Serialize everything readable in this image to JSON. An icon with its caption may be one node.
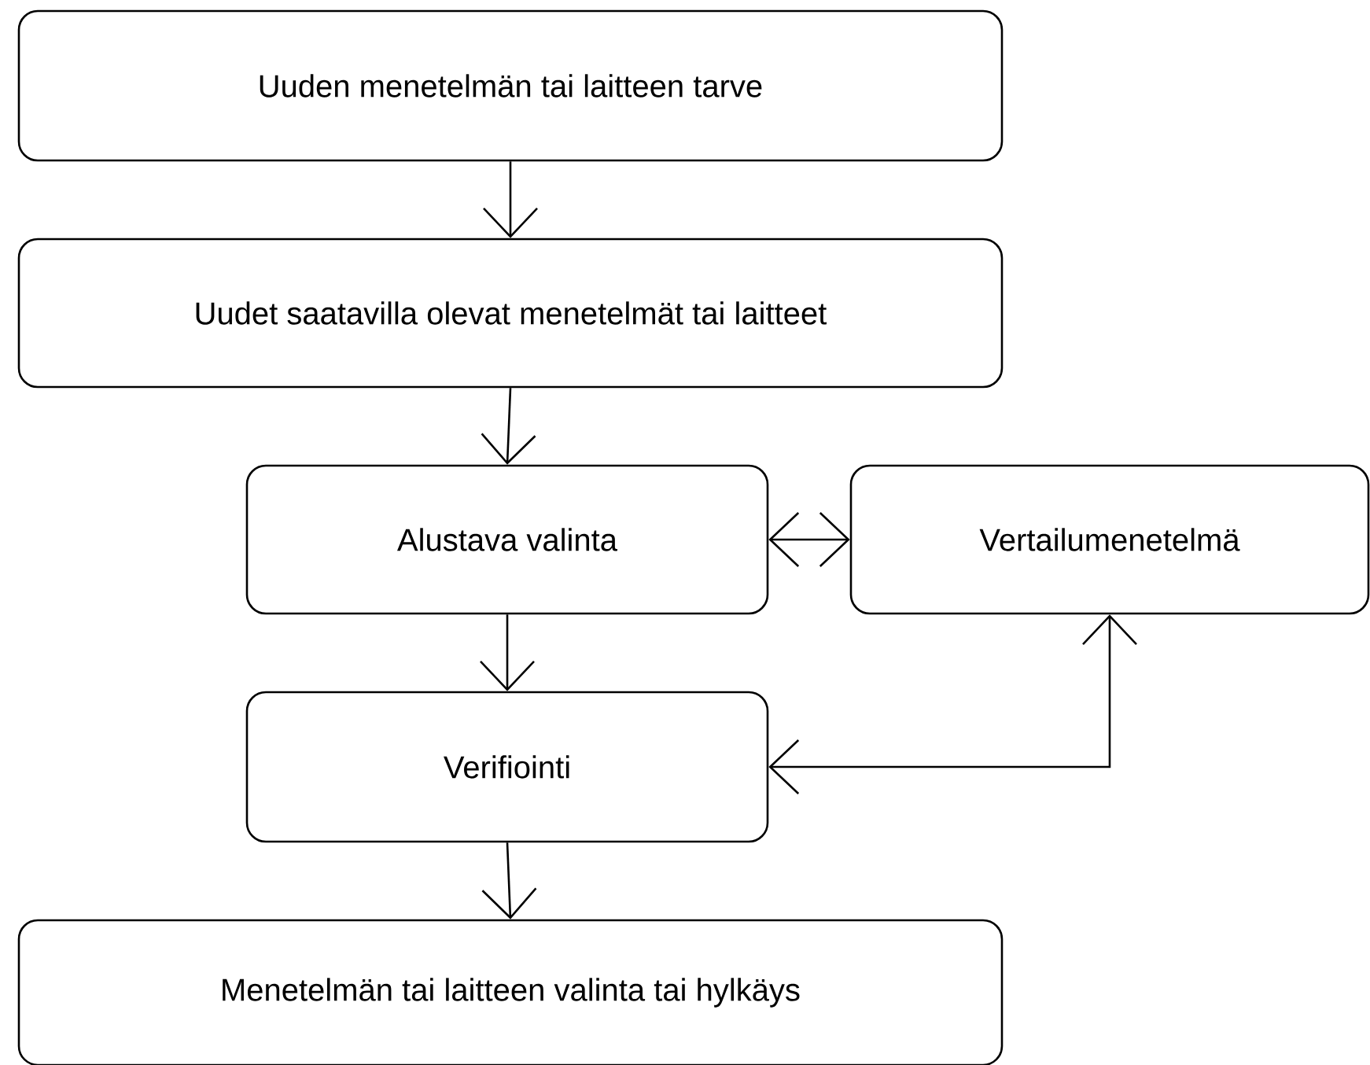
{
  "diagram": {
    "nodes": [
      {
        "text": [
          "Uuden menetelmän tai laitteen tarve"
        ]
      },
      {
        "text": [
          "Uudet saatavilla olevat menetelmät tai laitteet"
        ]
      },
      {
        "text": [
          "Alustava valinta"
        ]
      },
      {
        "text": [
          "Vertailumenetelmä"
        ]
      },
      {
        "text": [
          "Verifiointi"
        ]
      },
      {
        "text": [
          "Menetelmän tai laitteen valinta tai hylkäys"
        ]
      }
    ],
    "edges": [
      {
        "from": 0,
        "to": 1,
        "arrow": "to"
      },
      {
        "from": 1,
        "to": 2,
        "arrow": "to"
      },
      {
        "from": 2,
        "to": 3,
        "arrow": "both"
      },
      {
        "from": 2,
        "to": 4,
        "arrow": "to"
      },
      {
        "from": 3,
        "to": 4,
        "arrow": "both"
      },
      {
        "from": 4,
        "to": 5,
        "arrow": "to"
      }
    ]
  }
}
